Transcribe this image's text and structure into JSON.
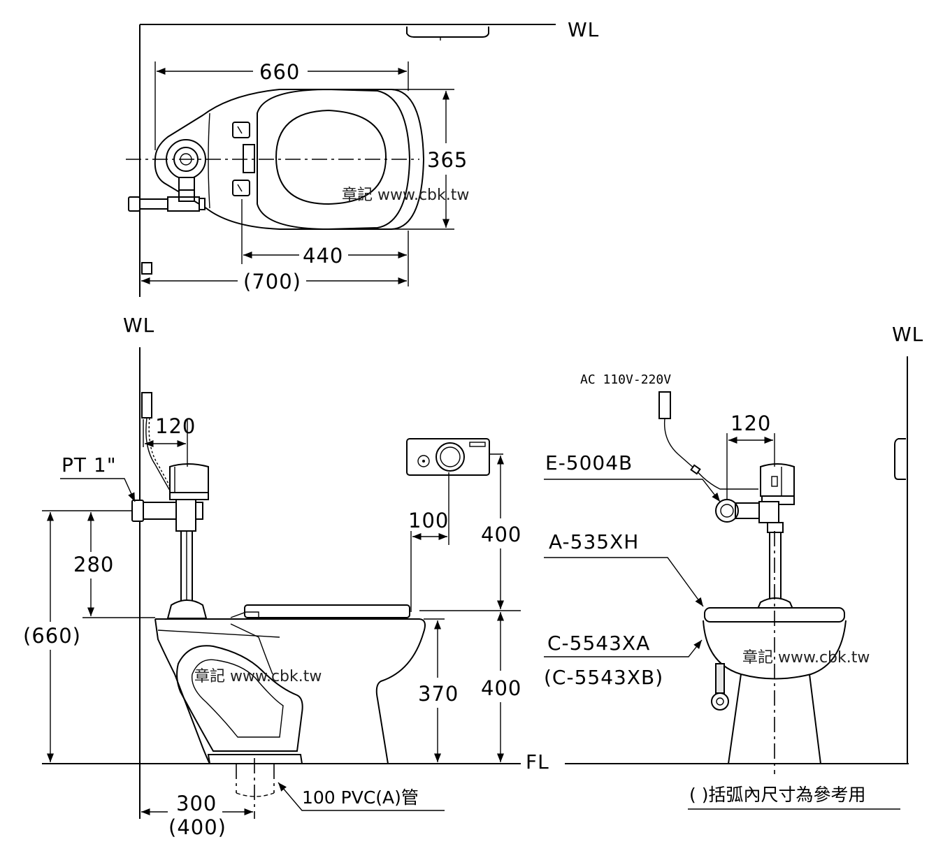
{
  "labels": {
    "wl_top": "WL",
    "wl_left": "WL",
    "wl_right": "WL",
    "fl": "FL",
    "pt": "PT 1\"",
    "ac": "AC 110V-220V",
    "e5004b": "E-5004B",
    "a535xh": "A-535XH",
    "c5543xa": "C-5543XA",
    "c5543xb": "(C-5543XB)",
    "pvc": "100 PVC(A)管",
    "note": "( )括弧內尺寸為參考用"
  },
  "watermark": "章記 www.cbk.tw",
  "dimensions": {
    "top_width": "660",
    "top_depth": "365",
    "top_seat": "440",
    "top_total": "(700)",
    "side_valve_offset": "120",
    "side_280": "280",
    "side_660": "(660)",
    "side_100": "100",
    "side_400_upper": "400",
    "side_400_lower": "400",
    "side_370": "370",
    "side_300": "300",
    "side_400_paren": "(400)",
    "front_120": "120"
  }
}
